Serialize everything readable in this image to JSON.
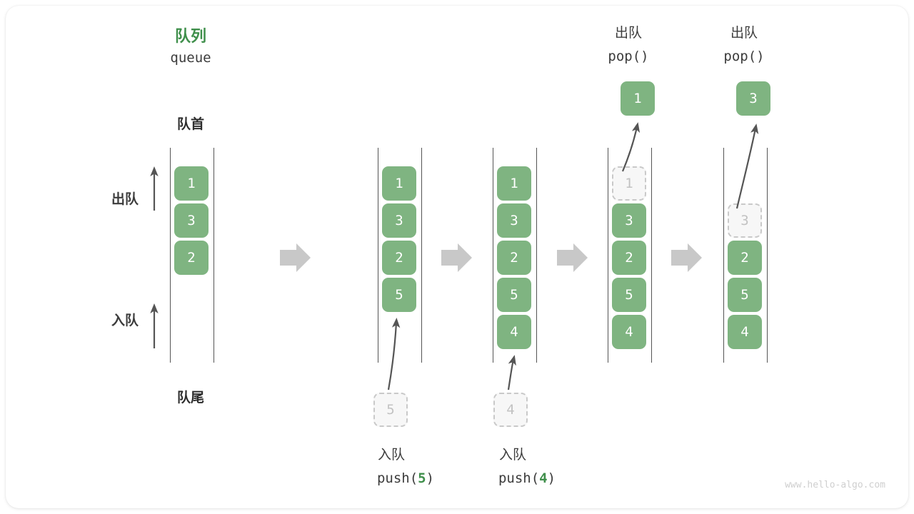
{
  "diagram": {
    "title_cn": "队列",
    "title_en": "queue",
    "front_label": "队首",
    "rear_label": "队尾",
    "dequeue_side_label": "出队",
    "enqueue_side_label": "入队",
    "watermark": "www.hello-algo.com",
    "accent_green": "#3f8f4b",
    "cell_green": "#7fb481",
    "ghost_gray": "#c2c2c2",
    "arrow_gray": "#c8c8c8",
    "rail_gray": "#555555"
  },
  "steps": [
    {
      "id": "initial",
      "header_cn": "",
      "header_code": "",
      "cells": [
        "1",
        "3",
        "2"
      ],
      "ghost_index": -1,
      "popped_value": "",
      "incoming_value": "",
      "footer_cn": "",
      "footer_code_prefix": "",
      "footer_code_num": "",
      "footer_code_suffix": ""
    },
    {
      "id": "push-5",
      "header_cn": "",
      "header_code": "",
      "cells": [
        "1",
        "3",
        "2",
        "5"
      ],
      "ghost_index": -1,
      "popped_value": "",
      "incoming_value": "5",
      "footer_cn": "入队",
      "footer_code_prefix": "push(",
      "footer_code_num": "5",
      "footer_code_suffix": ")"
    },
    {
      "id": "push-4",
      "header_cn": "",
      "header_code": "",
      "cells": [
        "1",
        "3",
        "2",
        "5",
        "4"
      ],
      "ghost_index": -1,
      "popped_value": "",
      "incoming_value": "4",
      "footer_cn": "入队",
      "footer_code_prefix": "push(",
      "footer_code_num": "4",
      "footer_code_suffix": ")"
    },
    {
      "id": "pop-1",
      "header_cn": "出队",
      "header_code": "pop()",
      "cells": [
        "1",
        "3",
        "2",
        "5",
        "4"
      ],
      "ghost_index": 0,
      "popped_value": "1",
      "incoming_value": "",
      "footer_cn": "",
      "footer_code_prefix": "",
      "footer_code_num": "",
      "footer_code_suffix": ""
    },
    {
      "id": "pop-3",
      "header_cn": "出队",
      "header_code": "pop()",
      "cells": [
        "",
        "3",
        "2",
        "5",
        "4"
      ],
      "ghost_index": 1,
      "popped_value": "3",
      "incoming_value": "",
      "footer_cn": "",
      "footer_code_prefix": "",
      "footer_code_num": "",
      "footer_code_suffix": ""
    }
  ],
  "flow_arrows": 4
}
